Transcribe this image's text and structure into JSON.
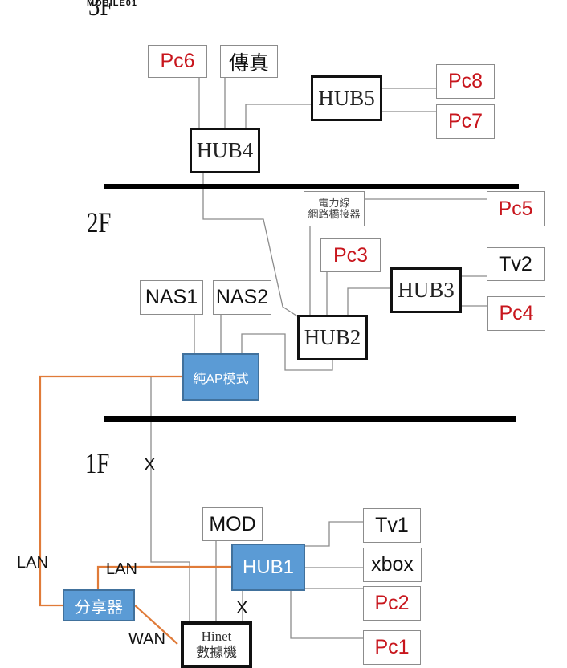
{
  "logo": {
    "text": "MOBILE01",
    "icon": "mobile01-logo-icon"
  },
  "floors": {
    "f3": "3F",
    "f2": "2F",
    "f1": "1F"
  },
  "colors": {
    "wire": "#8c8c8c",
    "lan_wire": "#e07b39",
    "blue_node": "#5b9bd5",
    "red_text": "#c8161d"
  },
  "nodes": {
    "pc6": "Pc6",
    "fax": "傳真",
    "hub4": "HUB4",
    "hub5": "HUB5",
    "pc8": "Pc8",
    "pc7": "Pc7",
    "plc_line1": "電力線",
    "plc_line2": "網路橋接器",
    "pc5": "Pc5",
    "pc3": "Pc3",
    "tv2": "Tv2",
    "hub3": "HUB3",
    "pc4": "Pc4",
    "nas1": "NAS1",
    "nas2": "NAS2",
    "hub2": "HUB2",
    "ap": "純AP模式",
    "mod": "MOD",
    "tv1": "Tv1",
    "hub1": "HUB1",
    "xbox": "xbox",
    "pc2": "Pc2",
    "pc1": "Pc1",
    "router": "分享器",
    "modem_line1": "Hinet",
    "modem_line2": "數據機"
  },
  "labels": {
    "x_top": "X",
    "x_bottom": "X",
    "lan_left": "LAN",
    "lan_mid": "LAN",
    "wan": "WAN"
  }
}
